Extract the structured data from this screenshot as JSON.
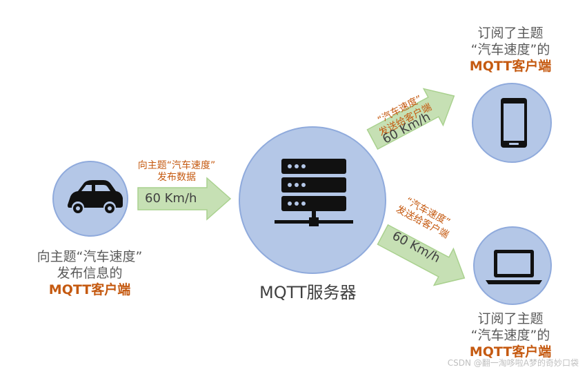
{
  "publisher": {
    "line1": "向主题“汽车速度”",
    "line2": "发布信息的",
    "line3": "MQTT客户端"
  },
  "publish_arrow": {
    "line1": "向主题“汽车速度”",
    "line2": "发布数据",
    "value": "60 Km/h"
  },
  "server": {
    "label": "MQTT服务器"
  },
  "deliver_arrow_top": {
    "line1": "“汽车速度”",
    "line2": "发送给客户端",
    "value": "60 Km/h"
  },
  "deliver_arrow_bottom": {
    "line1": "“汽车速度”",
    "line2": "发送给客户端",
    "value": "60 Km/h"
  },
  "subscriber_top": {
    "line1": "订阅了主题",
    "line2": "“汽车速度”的",
    "line3": "MQTT客户端"
  },
  "subscriber_bottom": {
    "line1": "订阅了主题",
    "line2": "“汽车速度”的",
    "line3": "MQTT客户端"
  },
  "watermark": "CSDN @翻一淘哆啦A梦的奇妙口袋",
  "colors": {
    "node_fill": "#b4c7e7",
    "node_stroke": "#8faadc",
    "arrow_fill": "#c6e0b4",
    "arrow_stroke": "#70ad47",
    "accent": "#c55a11"
  }
}
